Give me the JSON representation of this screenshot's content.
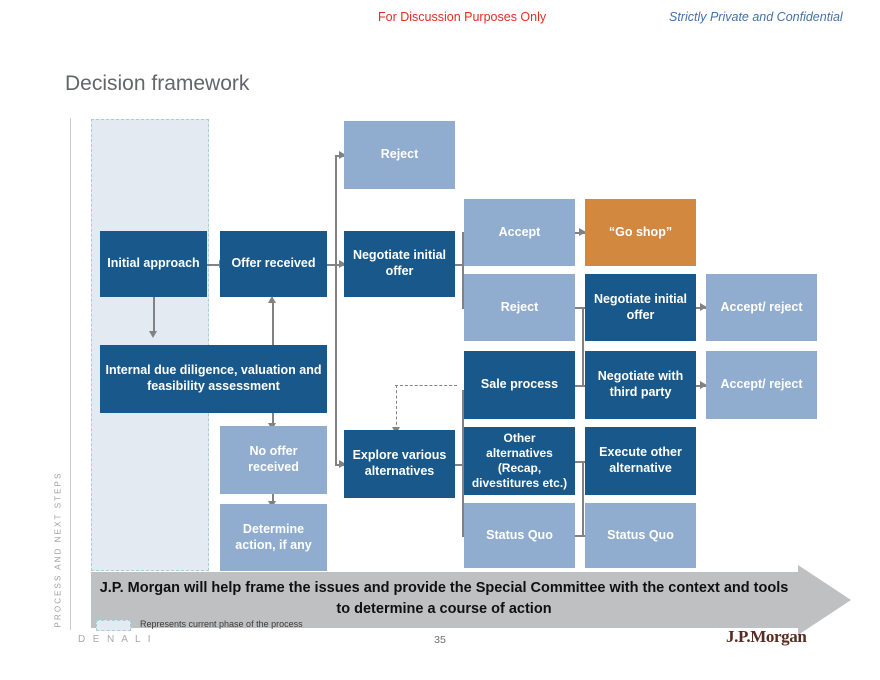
{
  "header": {
    "left_notice": "For Discussion Purposes Only",
    "right_notice": "Strictly Private and Confidential"
  },
  "title": "Decision framework",
  "side_rail_label": "PROCESS AND NEXT STEPS",
  "nodes": {
    "initial_approach": "Initial approach",
    "offer_received": "Offer received",
    "internal_dd": "Internal due diligence, valuation and feasibility assessment",
    "no_offer_received": "No offer received",
    "determine_action": "Determine action, if any",
    "reject_top": "Reject",
    "negotiate_initial_offer": "Negotiate initial offer",
    "explore_various": "Explore various alternatives",
    "accept": "Accept",
    "reject_mid": "Reject",
    "sale_process": "Sale process",
    "other_alternatives": "Other alternatives (Recap, divestitures etc.)",
    "status_quo_c4": "Status Quo",
    "go_shop": "“Go shop”",
    "negotiate_initial_offer_2": "Negotiate initial offer",
    "negotiate_third_party": "Negotiate with third party",
    "execute_other": "Execute other alternative",
    "status_quo_c5": "Status Quo",
    "accept_reject_1": "Accept/ reject",
    "accept_reject_2": "Accept/ reject"
  },
  "banner_text": "J.P. Morgan will help frame the issues and provide the Special Committee with the context and tools to determine a course of action",
  "legend": {
    "label": "Represents current phase of the process"
  },
  "footer": {
    "project_name": "D E N A L I",
    "page_number": "35",
    "brand": "J.P.Morgan"
  },
  "colors": {
    "dark_blue": "#18588b",
    "light_blue": "#90acce",
    "orange": "#d2883f",
    "phase_band": "#e3eaf1",
    "phase_border": "#a8cfd8",
    "banner_grey": "#bfc0c2",
    "connector_grey": "#808285",
    "title_grey": "#63666a",
    "notice_red": "#e03022",
    "notice_blue": "#4472a8",
    "brand_maroon": "#5b2b21"
  }
}
